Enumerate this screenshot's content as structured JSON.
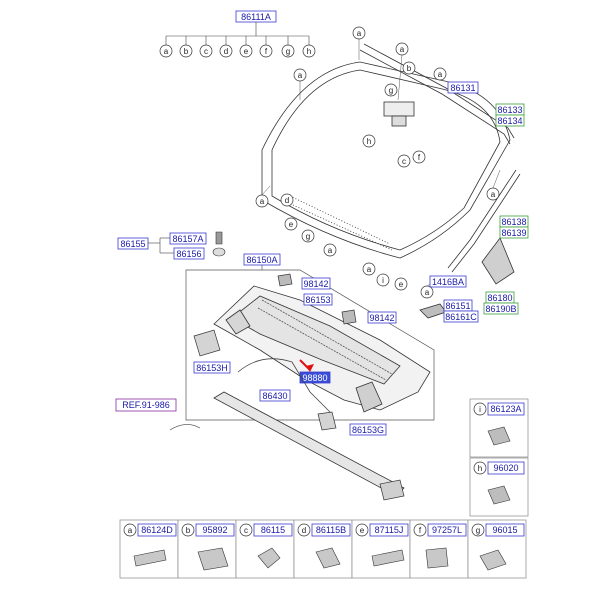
{
  "callouts": {
    "windshield_glass": "86111A",
    "top_molding": "86131",
    "side_mold_upper": "86133",
    "side_mold_lower": "86134",
    "pillar_mold_upper": "86138",
    "pillar_mold_lower": "86139",
    "sealer": "1416BA",
    "bracket_upper": "86151",
    "bracket_lower": "86161C",
    "corner_upper": "86180",
    "corner_lower": "86190B",
    "clip_group": "86155",
    "clip_a": "86157A",
    "clip_b": "86156",
    "cowl_assy": "86150A",
    "cowl_panel": "86153",
    "grommet_upper": "98142",
    "grommet_right": "98142",
    "cover_left": "86153H",
    "nozzle": "98880",
    "seal_strip": "86430",
    "cover_right": "86153G",
    "reference": "REF.91-986"
  },
  "glass_letters": [
    "a",
    "b",
    "c",
    "d",
    "e",
    "f",
    "g",
    "h"
  ],
  "diagram_letters": {
    "top_left": "a",
    "top_a2": "a",
    "top_b": "b",
    "top_a3": "a",
    "top_a4": "a",
    "mirror_g": "g",
    "mirror_h": "h",
    "mirror_c": "c",
    "mirror_f": "f",
    "left_a": "a",
    "left_d": "d",
    "bot_e": "e",
    "bot_g": "g",
    "bot_a": "a",
    "bot_a2": "a",
    "bot_i": "i",
    "bot_e2": "e",
    "right_a": "a",
    "right_a2": "a"
  },
  "parts_catalog": {
    "right_column": [
      {
        "letter": "i",
        "part": "86123A"
      },
      {
        "letter": "h",
        "part": "96020"
      }
    ],
    "bottom_row": [
      {
        "letter": "a",
        "part": "86124D"
      },
      {
        "letter": "b",
        "part": "95892"
      },
      {
        "letter": "c",
        "part": "86115"
      },
      {
        "letter": "d",
        "part": "86115B"
      },
      {
        "letter": "e",
        "part": "87115J"
      },
      {
        "letter": "f",
        "part": "97257L"
      },
      {
        "letter": "g",
        "part": "96015"
      }
    ]
  },
  "colors": {
    "callout_border": "#3a3ad0",
    "callout_text": "#1a1aa8",
    "green_border": "#3aa03a",
    "highlight_fill": "#3a4fd8",
    "arrow": "#e01010",
    "ref_border": "#8a2aa0"
  }
}
